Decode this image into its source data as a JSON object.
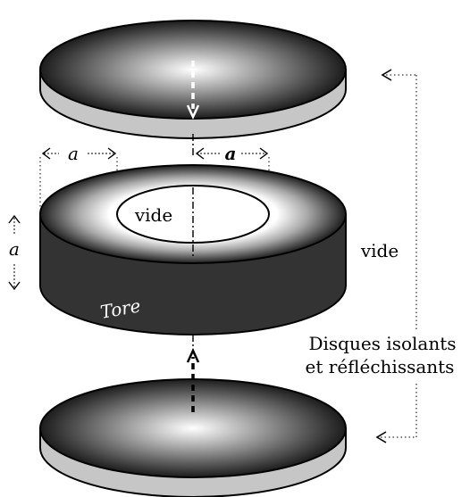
{
  "labels": {
    "vide_inner": "vide",
    "vide_side": "vide",
    "tore": "Tore",
    "dim_a_top_left": "a",
    "dim_a_top_right": "a",
    "dim_a_side": "a",
    "caption_line1": "Disques isolants",
    "caption_line2": "et réfléchissants"
  },
  "colors": {
    "disc_center": "#ffffff",
    "disc_edge": "#1c1c1c",
    "disc_rim": "#c6c6c6",
    "torus_band": "#333333",
    "line": "#000000"
  }
}
